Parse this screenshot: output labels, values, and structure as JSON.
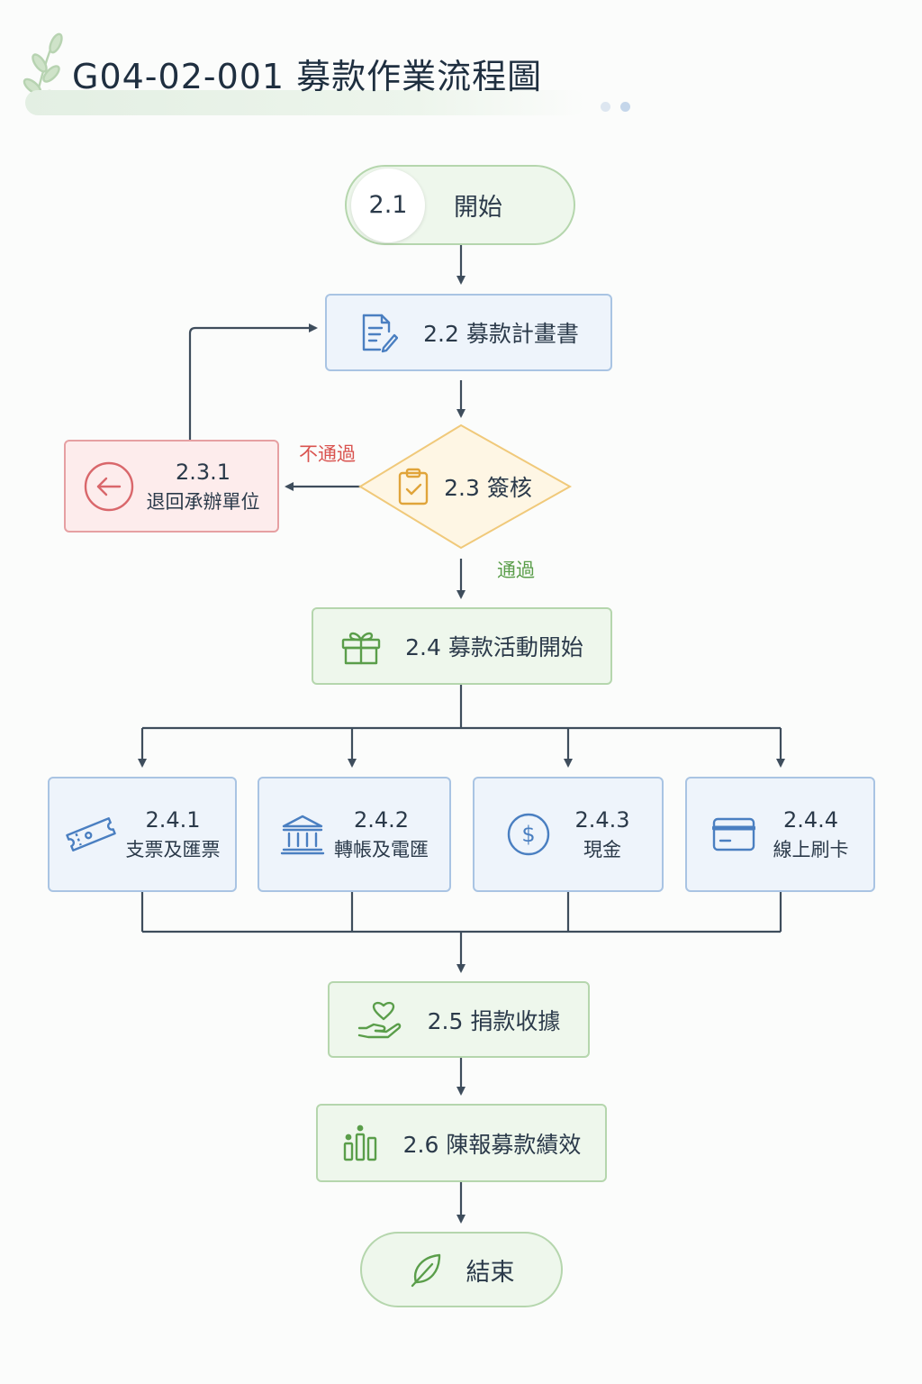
{
  "title": "G04-02-001 募款作業流程圖",
  "colors": {
    "blue_border": "#a9c4e3",
    "green_border": "#b5d6ad",
    "red_border": "#e6a0a2",
    "yellow_border": "#f0c97a",
    "arrow": "#3e4d5c",
    "fail_text": "#d9534f",
    "pass_text": "#5a9e4a"
  },
  "nodes": {
    "start": {
      "number": "2.1",
      "label": "開始",
      "icon": "none"
    },
    "plan": {
      "label": "2.2 募款計畫書",
      "icon": "document-edit-icon"
    },
    "review": {
      "label": "2.3 簽核",
      "icon": "clipboard-check-icon"
    },
    "return": {
      "number": "2.3.1",
      "label": "退回承辦單位",
      "icon": "arrow-left-circle-icon"
    },
    "campaign": {
      "label": "2.4 募款活動開始",
      "icon": "gift-icon"
    },
    "methods": [
      {
        "number": "2.4.1",
        "label": "支票及匯票",
        "icon": "ticket-icon"
      },
      {
        "number": "2.4.2",
        "label": "轉帳及電匯",
        "icon": "bank-icon"
      },
      {
        "number": "2.4.3",
        "label": "現金",
        "icon": "dollar-icon"
      },
      {
        "number": "2.4.4",
        "label": "線上刷卡",
        "icon": "credit-card-icon"
      }
    ],
    "receipt": {
      "label": "2.5 捐款收據",
      "icon": "hand-heart-icon"
    },
    "report": {
      "label": "2.6 陳報募款績效",
      "icon": "bar-chart-icon"
    },
    "end": {
      "label": "結束",
      "icon": "leaf-icon"
    }
  },
  "edges": {
    "fail": "不通過",
    "pass": "通過"
  }
}
